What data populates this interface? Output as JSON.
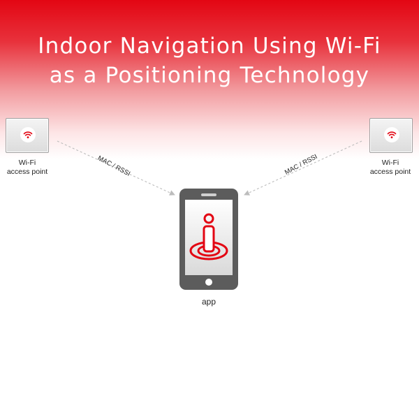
{
  "title": {
    "line1": "Indoor Navigation Using Wi-Fi",
    "line2": "as a Positioning Technology"
  },
  "access_points": [
    {
      "label_line1": "Wi-Fi",
      "label_line2": "access point",
      "icon": "wifi-icon"
    },
    {
      "label_line1": "Wi-Fi",
      "label_line2": "access point",
      "icon": "wifi-icon"
    }
  ],
  "links": [
    {
      "label": "MAC / RSSI"
    },
    {
      "label": "MAC / RSSI"
    }
  ],
  "device": {
    "label": "app",
    "icon": "location-pin-icon"
  },
  "colors": {
    "accent": "#e30613",
    "header_red": "#e30613",
    "phone_body": "#5c5c5c",
    "arrow": "#bdbdbd"
  }
}
